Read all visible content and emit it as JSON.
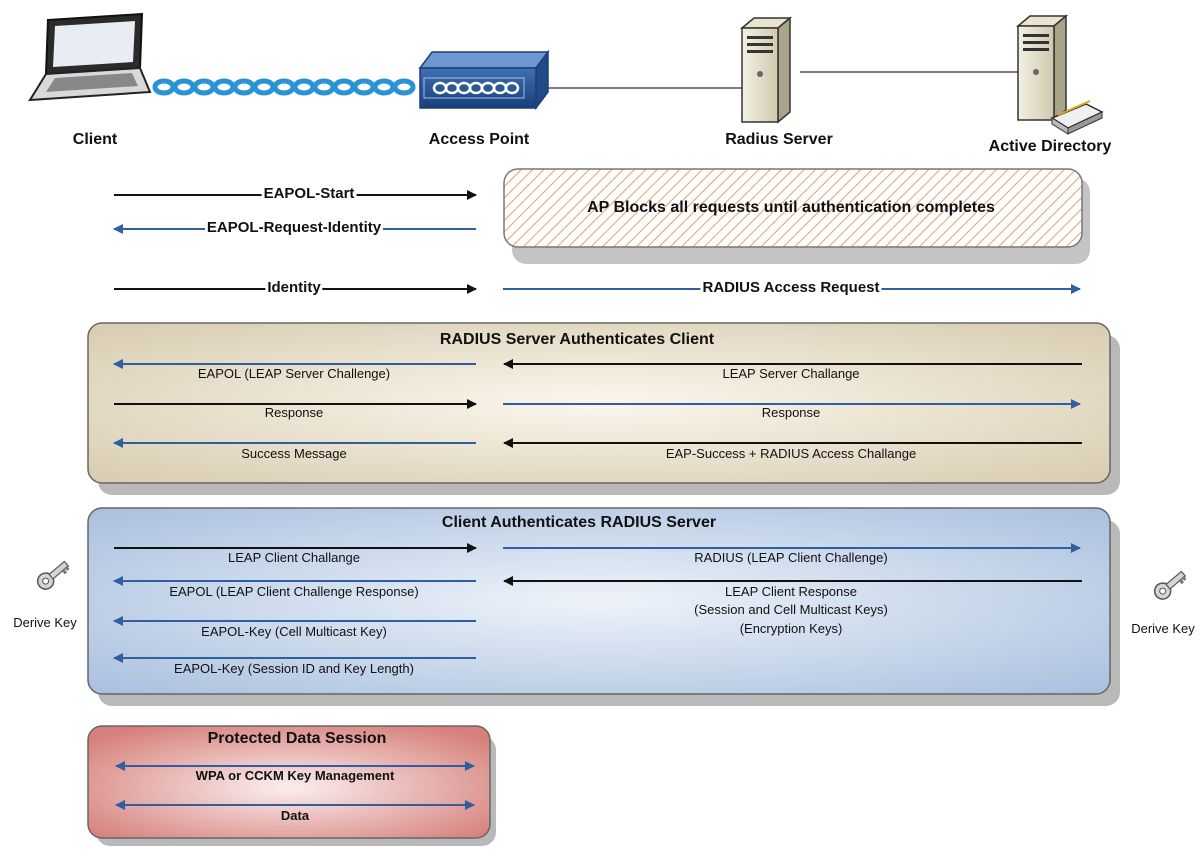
{
  "entities": {
    "client": "Client",
    "access_point": "Access Point",
    "radius_server": "Radius Server",
    "active_directory": "Active Directory"
  },
  "phase1": {
    "eapol_start": "EAPOL-Start",
    "eapol_request_identity": "EAPOL-Request-Identity",
    "identity": "Identity",
    "radius_access_request": "RADIUS Access Request",
    "ap_blocks": "AP Blocks all requests until authentication completes"
  },
  "radius_auth_panel": {
    "title": "RADIUS Server Authenticates Client",
    "left": [
      "EAPOL (LEAP Server Challenge)",
      "Response",
      "Success Message"
    ],
    "right": [
      "LEAP Server Challange",
      "Response",
      "EAP-Success + RADIUS Access Challange"
    ]
  },
  "client_auth_panel": {
    "title": "Client Authenticates RADIUS Server",
    "left": [
      "LEAP Client Challange",
      "EAPOL (LEAP Client Challenge Response)",
      "EAPOL-Key (Cell Multicast Key)",
      "EAPOL-Key (Session ID and Key Length)"
    ],
    "right_top": "RADIUS (LEAP Client Challenge)",
    "right_response": [
      "LEAP Client Response",
      "(Session and Cell Multicast Keys)",
      "(Encryption Keys)"
    ],
    "derive_key_left": "Derive Key",
    "derive_key_right": "Derive Key"
  },
  "protected_panel": {
    "title": "Protected Data Session",
    "row1": "WPA or CCKM Key Management",
    "row2": "Data"
  },
  "colors": {
    "black_arrow": "#111111",
    "blue_arrow": "#2f5f9e",
    "tan_panel": "#e8dfcc",
    "blue_panel": "#bccfe6",
    "red_panel": "#d98a86",
    "hatch": "#e7a06a"
  }
}
